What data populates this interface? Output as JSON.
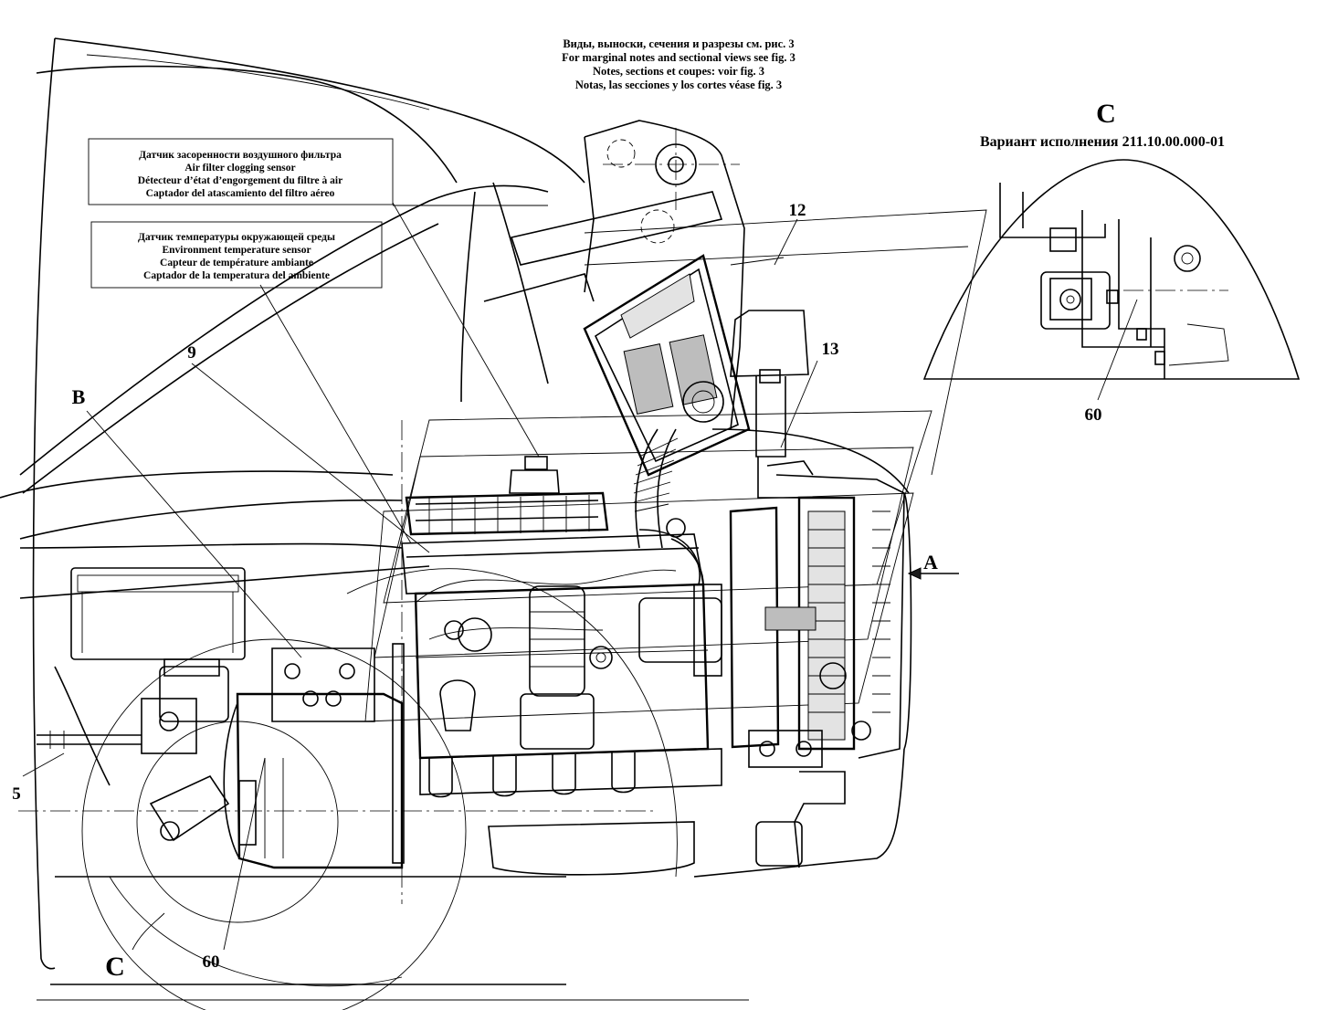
{
  "header_note": {
    "line1": "Виды, выноски, сечения и разрезы см. рис. 3",
    "line2": "For marginal notes and sectional views see fig. 3",
    "line3": "Notes, sections et coupes: voir fig. 3",
    "line4": "Notas, las secciones y los cortes véase fig. 3"
  },
  "air_filter_sensor": {
    "ru": "Датчик засоренности воздушного фильтра",
    "en": "Air filter clogging sensor",
    "fr": "Détecteur d’état d’engorgement du filtre à air",
    "es": "Captador del atascamiento del filtro aéreo"
  },
  "temperature_sensor": {
    "ru": "Датчик температуры окружающей среды",
    "en": "Environment temperature sensor",
    "fr": "Capteur de température ambiante",
    "es": "Captador de la temperatura del  ambiente"
  },
  "detail_view": {
    "letter": "C",
    "subtitle": "Вариант исполнения 211.10.00.000-01",
    "callout": "60"
  },
  "callouts": {
    "c12": "12",
    "c13": "13",
    "c9": "9",
    "cB": "B",
    "cA": "A",
    "c5": "5",
    "c60": "60",
    "cC": "C"
  }
}
